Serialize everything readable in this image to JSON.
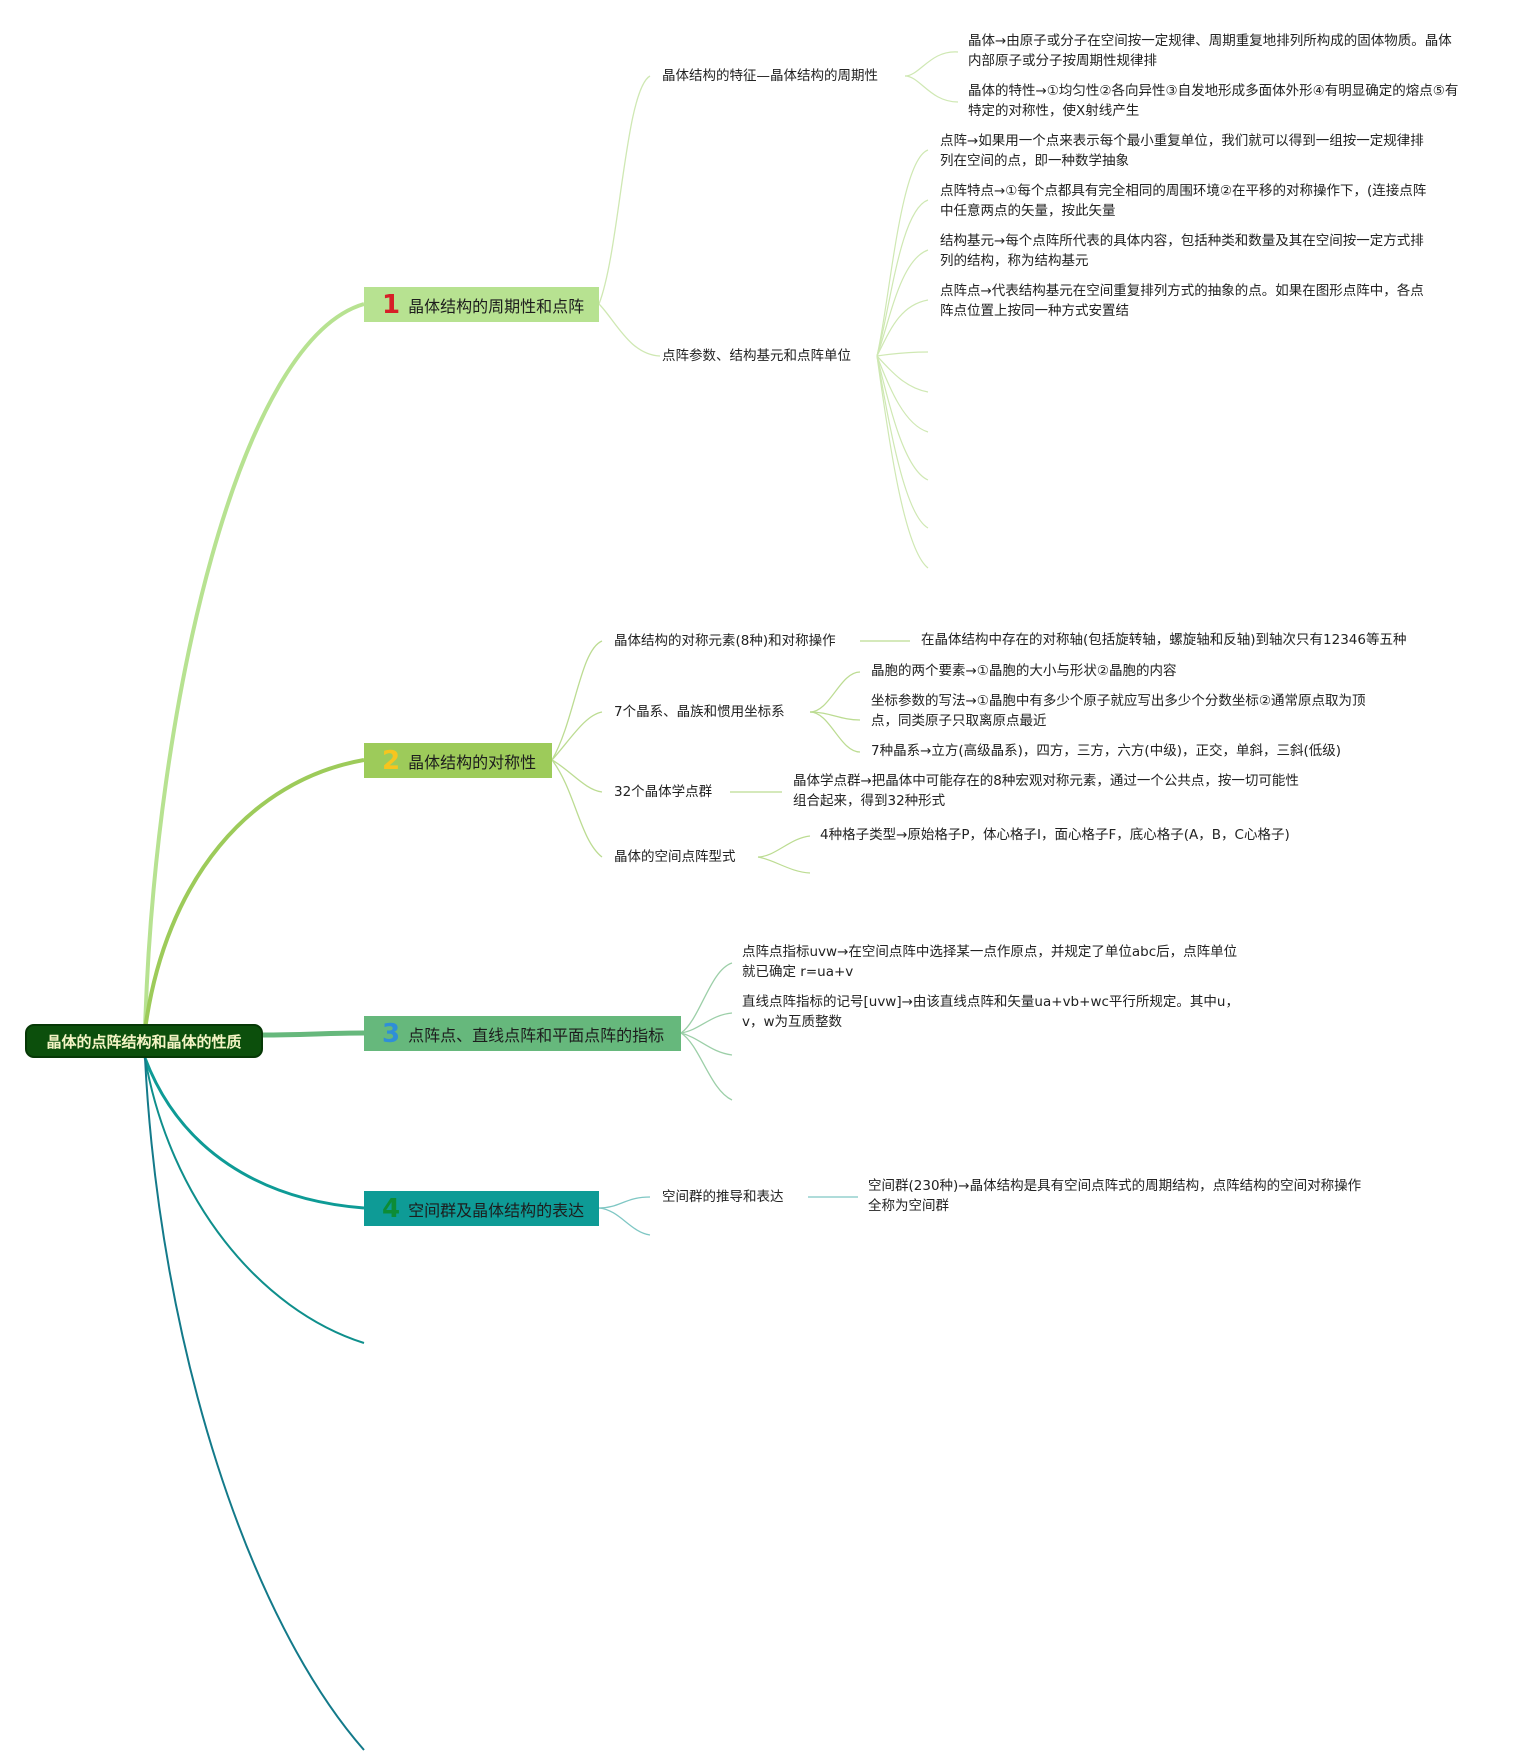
{
  "root": {
    "label": "晶体的点阵结构和晶体的性质"
  },
  "topics": [
    {
      "num": "1",
      "label": "晶体结构的周期性和点阵",
      "subs": [
        {
          "label": "晶体结构的特征—晶体结构的周期性",
          "leaves": [
            "晶体→由原子或分子在空间按一定规律、周期重复地排列所构成的固体物质。晶体内部原子或分子按周期性规律排",
            "晶体的特性→①均匀性②各向异性③自发地形成多面体外形④有明显确定的熔点⑤有特定的对称性，使X射线产生"
          ]
        },
        {
          "label": "点阵参数、结构基元和点阵单位",
          "leaves": [
            "点阵→如果用一个点来表示每个最小重复单位，我们就可以得到一组按一定规律排列在空间的点，即一种数学抽象",
            "点阵特点→①每个点都具有完全相同的周围环境②在平移的对称操作下，(连接点阵中任意两点的矢量，按此矢量",
            "结构基元→每个点阵所代表的具体内容，包括种类和数量及其在空间按一定方式排列的结构，称为结构基元",
            "点阵点→代表结构基元在空间重复排列方式的抽象的点。如果在图形点阵中，各点阵点位置上按同一种方式安置结"
          ]
        }
      ]
    },
    {
      "num": "2",
      "label": "晶体结构的对称性",
      "subs": [
        {
          "label": "晶体结构的对称元素(8种)和对称操作",
          "leaves": [
            "在晶体结构中存在的对称轴(包括旋转轴，螺旋轴和反轴)到轴次只有12346等五种"
          ]
        },
        {
          "label": "7个晶系、晶族和惯用坐标系",
          "leaves": [
            "晶胞的两个要素→①晶胞的大小与形状②晶胞的内容",
            "坐标参数的写法→①晶胞中有多少个原子就应写出多少个分数坐标②通常原点取为顶点，同类原子只取离原点最近",
            "7种晶系→立方(高级晶系)，四方，三方，六方(中级)，正交，单斜，三斜(低级)"
          ]
        },
        {
          "label": "32个晶体学点群",
          "leaves": [
            "晶体学点群→把晶体中可能存在的8种宏观对称元素，通过一个公共点，按一切可能性组合起来，得到32种形式"
          ]
        },
        {
          "label": "晶体的空间点阵型式",
          "leaves": [
            "4种格子类型→原始格子P，体心格子I，面心格子F，底心格子(A，B，C心格子)"
          ]
        }
      ]
    },
    {
      "num": "3",
      "label": "点阵点、直线点阵和平面点阵的指标",
      "subs": [
        {
          "label": "点阵点指标uvw→在空间点阵中选择某一点作原点，并规定了单位abc后，点阵单位就已确定 r=ua+v",
          "leaves": []
        },
        {
          "label": "直线点阵指标的记号[uvw]→由该直线点阵和矢量ua+vb+wc平行所规定。其中u，v，w为互质整数",
          "leaves": []
        }
      ]
    },
    {
      "num": "4",
      "label": "空间群及晶体结构的表达",
      "subs": [
        {
          "label": "空间群的推导和表达",
          "leaves": [
            "空间群(230种)→晶体结构是具有空间点阵式的周期结构，点阵结构的空间对称操作全称为空间群"
          ]
        }
      ]
    }
  ],
  "colors": {
    "root": "#0c4f0c",
    "topic1": "#b7e291",
    "topic2": "#9dcb5a",
    "topic3": "#66b87c",
    "topic4": "#0e9b96",
    "branch5": "#0f8f8c",
    "branch6": "#137a8a"
  }
}
